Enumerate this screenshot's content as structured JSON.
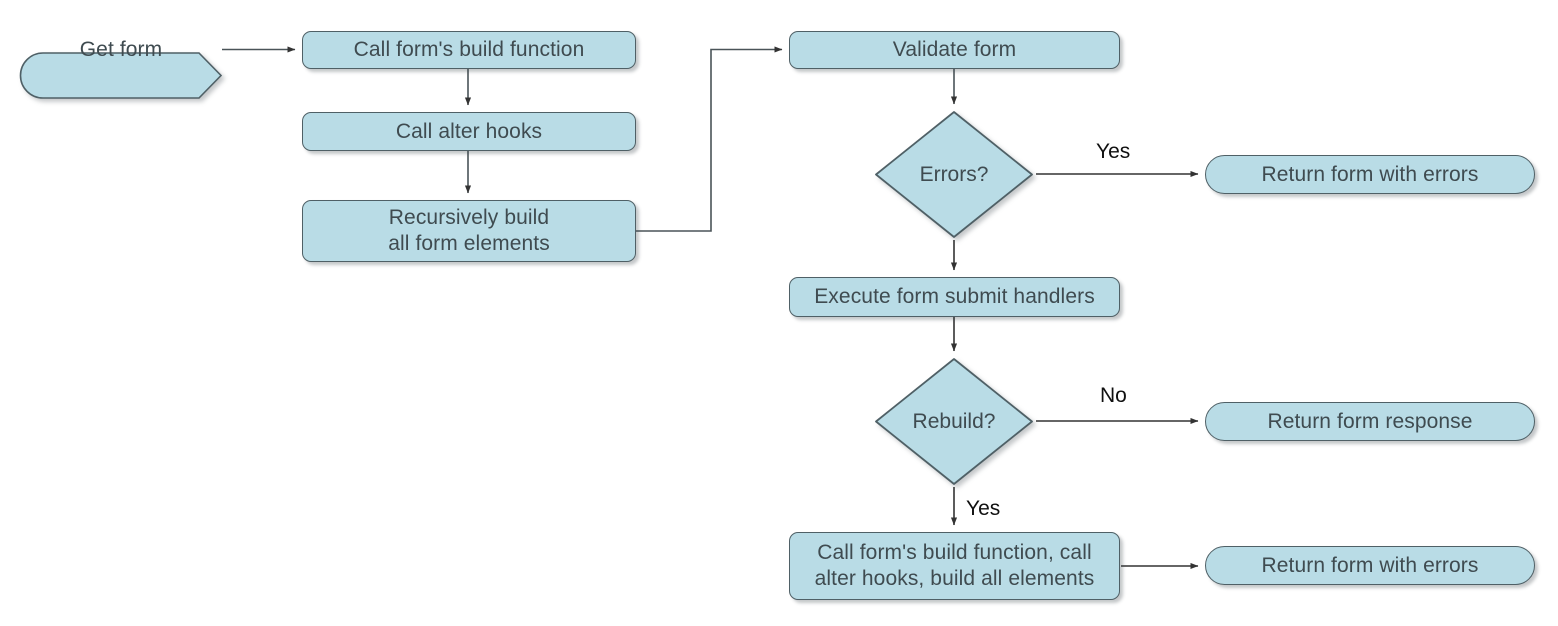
{
  "diagram": {
    "title": "Drupal form build and submit flow",
    "colors": {
      "node_fill": "#b9dce6",
      "node_stroke": "#4f6066",
      "text": "#3f4b50",
      "edge": "#333333",
      "label_text": "#101010",
      "background": "#ffffff"
    },
    "nodes": [
      {
        "id": "get-form",
        "shape": "hexagon",
        "label": "Get form"
      },
      {
        "id": "call-build-function",
        "shape": "rect",
        "label": "Call form's build function"
      },
      {
        "id": "call-alter-hooks",
        "shape": "rect",
        "label": "Call alter hooks"
      },
      {
        "id": "recursively-build",
        "shape": "rect",
        "label": "Recursively build\nall form elements"
      },
      {
        "id": "validate-form",
        "shape": "rect",
        "label": "Validate form"
      },
      {
        "id": "errors-decision",
        "shape": "diamond",
        "label": "Errors?"
      },
      {
        "id": "return-form-with-errors-1",
        "shape": "pill",
        "label": "Return form with errors"
      },
      {
        "id": "execute-submit-handlers",
        "shape": "rect",
        "label": "Execute form submit handlers"
      },
      {
        "id": "rebuild-decision",
        "shape": "diamond",
        "label": "Rebuild?"
      },
      {
        "id": "return-form-response",
        "shape": "pill",
        "label": "Return form response"
      },
      {
        "id": "rebuild-build-elements",
        "shape": "rect",
        "label": "Call form's build function, call\nalter hooks, build all elements"
      },
      {
        "id": "return-form-with-errors-2",
        "shape": "pill",
        "label": "Return form with errors"
      }
    ],
    "edge_labels": [
      {
        "id": "errors-yes",
        "label": "Yes"
      },
      {
        "id": "rebuild-no",
        "label": "No"
      },
      {
        "id": "rebuild-yes",
        "label": "Yes"
      }
    ]
  }
}
